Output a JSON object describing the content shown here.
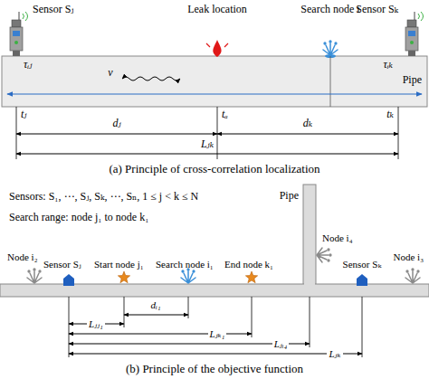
{
  "diagram": {
    "labels": [
      "Sensor Sⱼ",
      "Leak location",
      "Search node i",
      "Sensor Sₖ",
      "τᵢⱼ",
      "v",
      "τᵢₖ",
      "Pipe",
      "tⱼ",
      "dⱼ",
      "tₐ",
      "dₖ",
      "tₖ",
      "Lⱼₖ",
      "(a) Principle of cross-correlation localization",
      "Sensors: S₁, ⋯, Sⱼ, Sₖ, ⋯, Sₙ, 1 ≤ j < k ≤ N",
      "Search range: node j₁ to node k₁",
      "Pipe",
      "Node i₄",
      "Node i₂",
      "Sensor Sⱼ",
      "Start node j₁",
      "Search node i₁",
      "End node k₁",
      "Sensor Sₖ",
      "Node i₃",
      "dᵢ₁",
      "Lⱼⱼ₁",
      "Lⱼₖ₁",
      "Lⱼᵢ₄",
      "Lⱼₖ",
      "(b) Principle of the objective function"
    ]
  }
}
